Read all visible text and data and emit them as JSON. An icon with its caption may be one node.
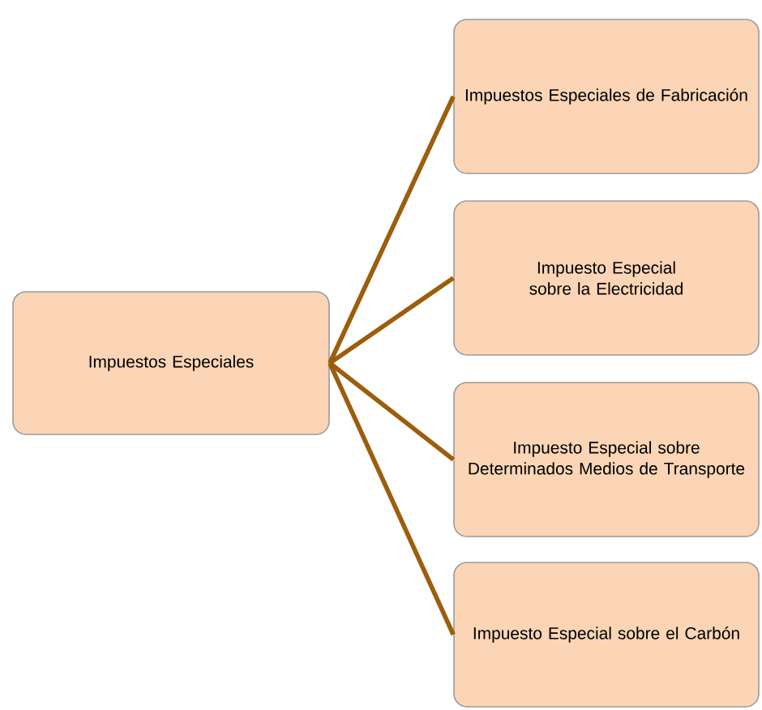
{
  "diagram": {
    "nodes": [
      {
        "text": [
          "Impuestos Especiales"
        ]
      },
      {
        "text": [
          "Impuestos Especiales de Fabricación"
        ]
      },
      {
        "text": [
          "Impuesto Especial sobre la Electricidad"
        ]
      },
      {
        "text": [
          "Impuesto Especial sobre Determinados Medios de Transporte"
        ]
      },
      {
        "text": [
          "Impuesto Especial sobre el Carbón"
        ]
      }
    ],
    "edges": [
      {
        "from": 0,
        "to": 1,
        "arrow": "none"
      },
      {
        "from": 0,
        "to": 2,
        "arrow": "none"
      },
      {
        "from": 0,
        "to": 3,
        "arrow": "none"
      },
      {
        "from": 0,
        "to": 4,
        "arrow": "none"
      }
    ]
  }
}
